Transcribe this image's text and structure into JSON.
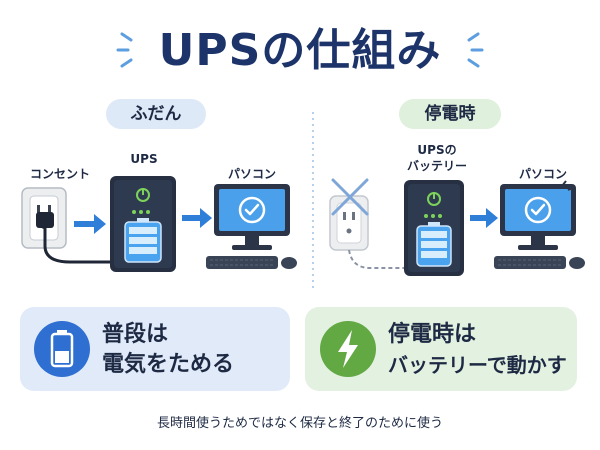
{
  "title": "UPSの仕組み",
  "normal": {
    "heading": "ふだん",
    "outlet_label": "コンセント",
    "ups_label": "UPS",
    "pc_label": "パソコン"
  },
  "outage": {
    "heading": "停電時",
    "battery_label_line1": "UPSの",
    "battery_label_line2": "バッテリー",
    "pc_label": "パソコン"
  },
  "summary": {
    "left_line1": "普段は",
    "left_line2": "電気をためる",
    "right_line1": "停電時は",
    "right_line2": "バッテリーで動かす"
  },
  "footer": "長時間使うためではなく保存と終了のために使う",
  "colors": {
    "navy": "#1c3469",
    "blue_accent": "#2f7fd8",
    "green_accent": "#6aaf4f",
    "left_bg": "#e0eaf8",
    "right_bg": "#e3f1e1"
  },
  "icons": [
    "outlet-icon",
    "ups-icon",
    "monitor-icon",
    "checkmark-icon",
    "battery-icon",
    "lightning-icon",
    "cross-icon"
  ]
}
